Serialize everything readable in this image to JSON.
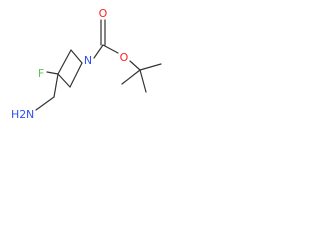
{
  "molecule": {
    "atoms": {
      "oxygen_carbonyl": "O",
      "oxygen_ester": "O",
      "nitrogen_ring": "N",
      "fluorine": "F",
      "amine_h2": "H2",
      "amine_n": "N"
    }
  },
  "colors": {
    "bond": "#333333",
    "oxygen": "#ff1f1f",
    "nitrogen": "#3050f8",
    "fluorine": "#61c15a",
    "background": "#ffffff"
  }
}
